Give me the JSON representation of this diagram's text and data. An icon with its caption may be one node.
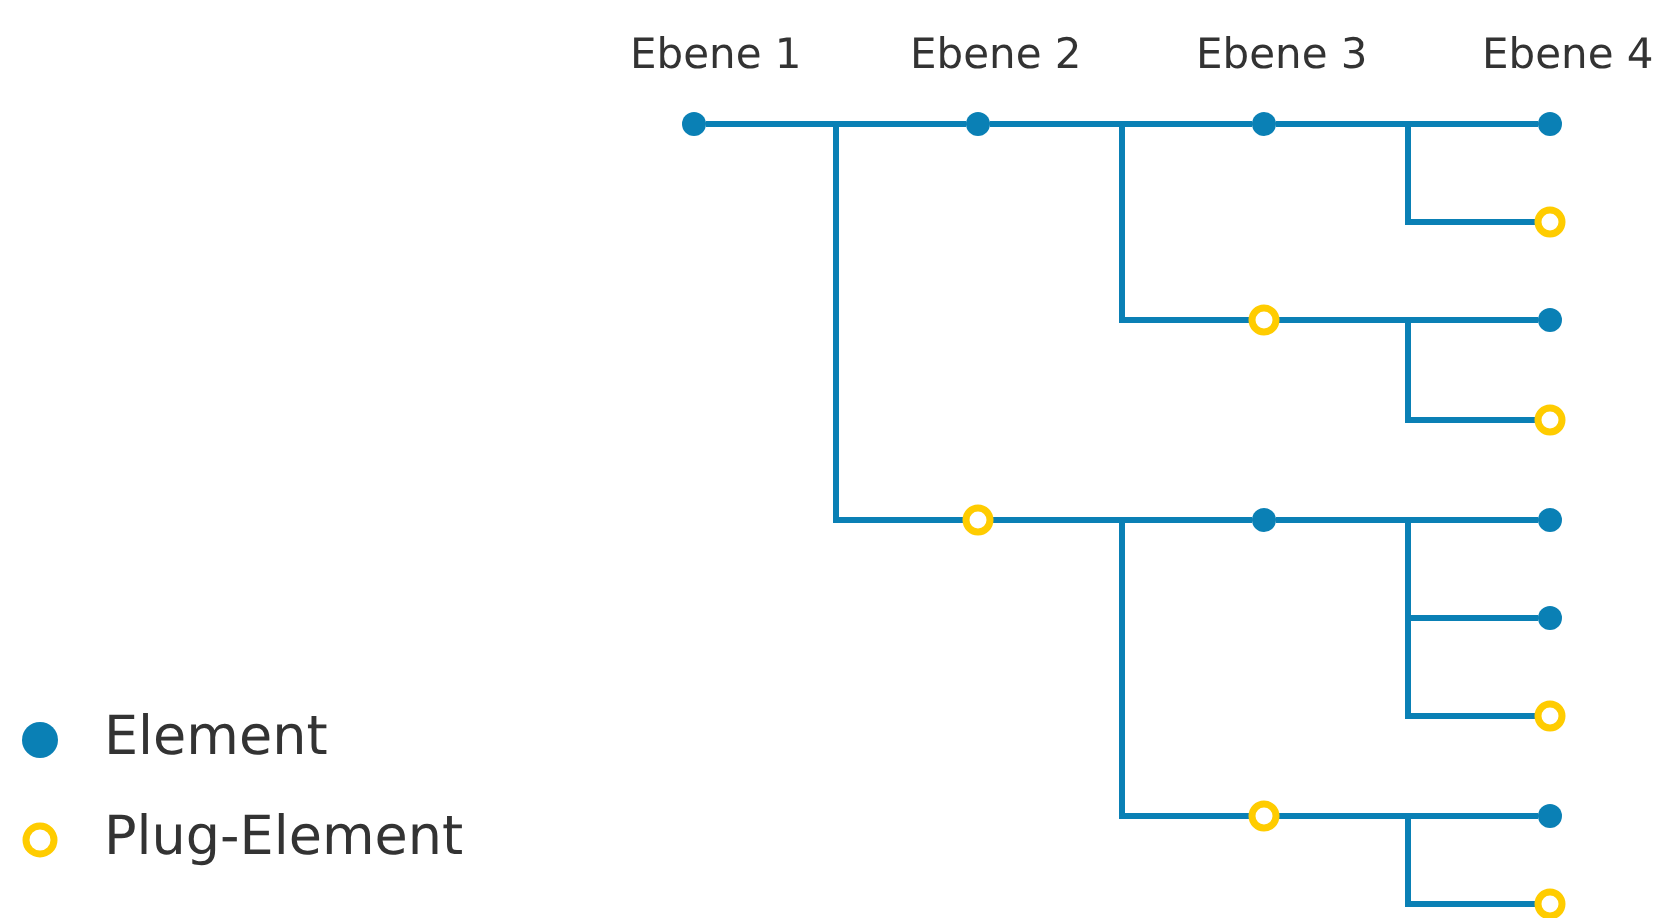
{
  "diagram": {
    "nodes": [
      {
        "text": [],
        "shape": "circle"
      },
      {
        "text": [],
        "shape": "circle"
      },
      {
        "text": [],
        "shape": "circle"
      },
      {
        "text": [],
        "shape": "circle"
      },
      {
        "text": [],
        "shape": "ring"
      },
      {
        "text": [],
        "shape": "ring"
      },
      {
        "text": [],
        "shape": "circle"
      },
      {
        "text": [],
        "shape": "ring"
      },
      {
        "text": [],
        "shape": "ring"
      },
      {
        "text": [],
        "shape": "circle"
      },
      {
        "text": [],
        "shape": "circle"
      },
      {
        "text": [],
        "shape": "circle"
      },
      {
        "text": [],
        "shape": "ring"
      },
      {
        "text": [],
        "shape": "ring"
      },
      {
        "text": [],
        "shape": "circle"
      },
      {
        "text": [],
        "shape": "ring"
      }
    ],
    "edges": [
      {
        "from": 0,
        "to": 1,
        "arrow": "none"
      },
      {
        "from": 0,
        "to": 8,
        "arrow": "none"
      },
      {
        "from": 1,
        "to": 2,
        "arrow": "none"
      },
      {
        "from": 1,
        "to": 5,
        "arrow": "none"
      },
      {
        "from": 2,
        "to": 3,
        "arrow": "none"
      },
      {
        "from": 2,
        "to": 4,
        "arrow": "none"
      },
      {
        "from": 5,
        "to": 6,
        "arrow": "none"
      },
      {
        "from": 5,
        "to": 7,
        "arrow": "none"
      },
      {
        "from": 8,
        "to": 9,
        "arrow": "none"
      },
      {
        "from": 8,
        "to": 13,
        "arrow": "none"
      },
      {
        "from": 9,
        "to": 10,
        "arrow": "none"
      },
      {
        "from": 9,
        "to": 11,
        "arrow": "none"
      },
      {
        "from": 9,
        "to": 12,
        "arrow": "none"
      },
      {
        "from": 13,
        "to": 14,
        "arrow": "none"
      },
      {
        "from": 13,
        "to": 15,
        "arrow": "none"
      }
    ],
    "labels": [
      "Ebene 1",
      "Ebene 2",
      "Ebene 3",
      "Ebene 4"
    ],
    "legend": [
      {
        "text": "Element"
      },
      {
        "text": "Plug-Element"
      }
    ]
  }
}
